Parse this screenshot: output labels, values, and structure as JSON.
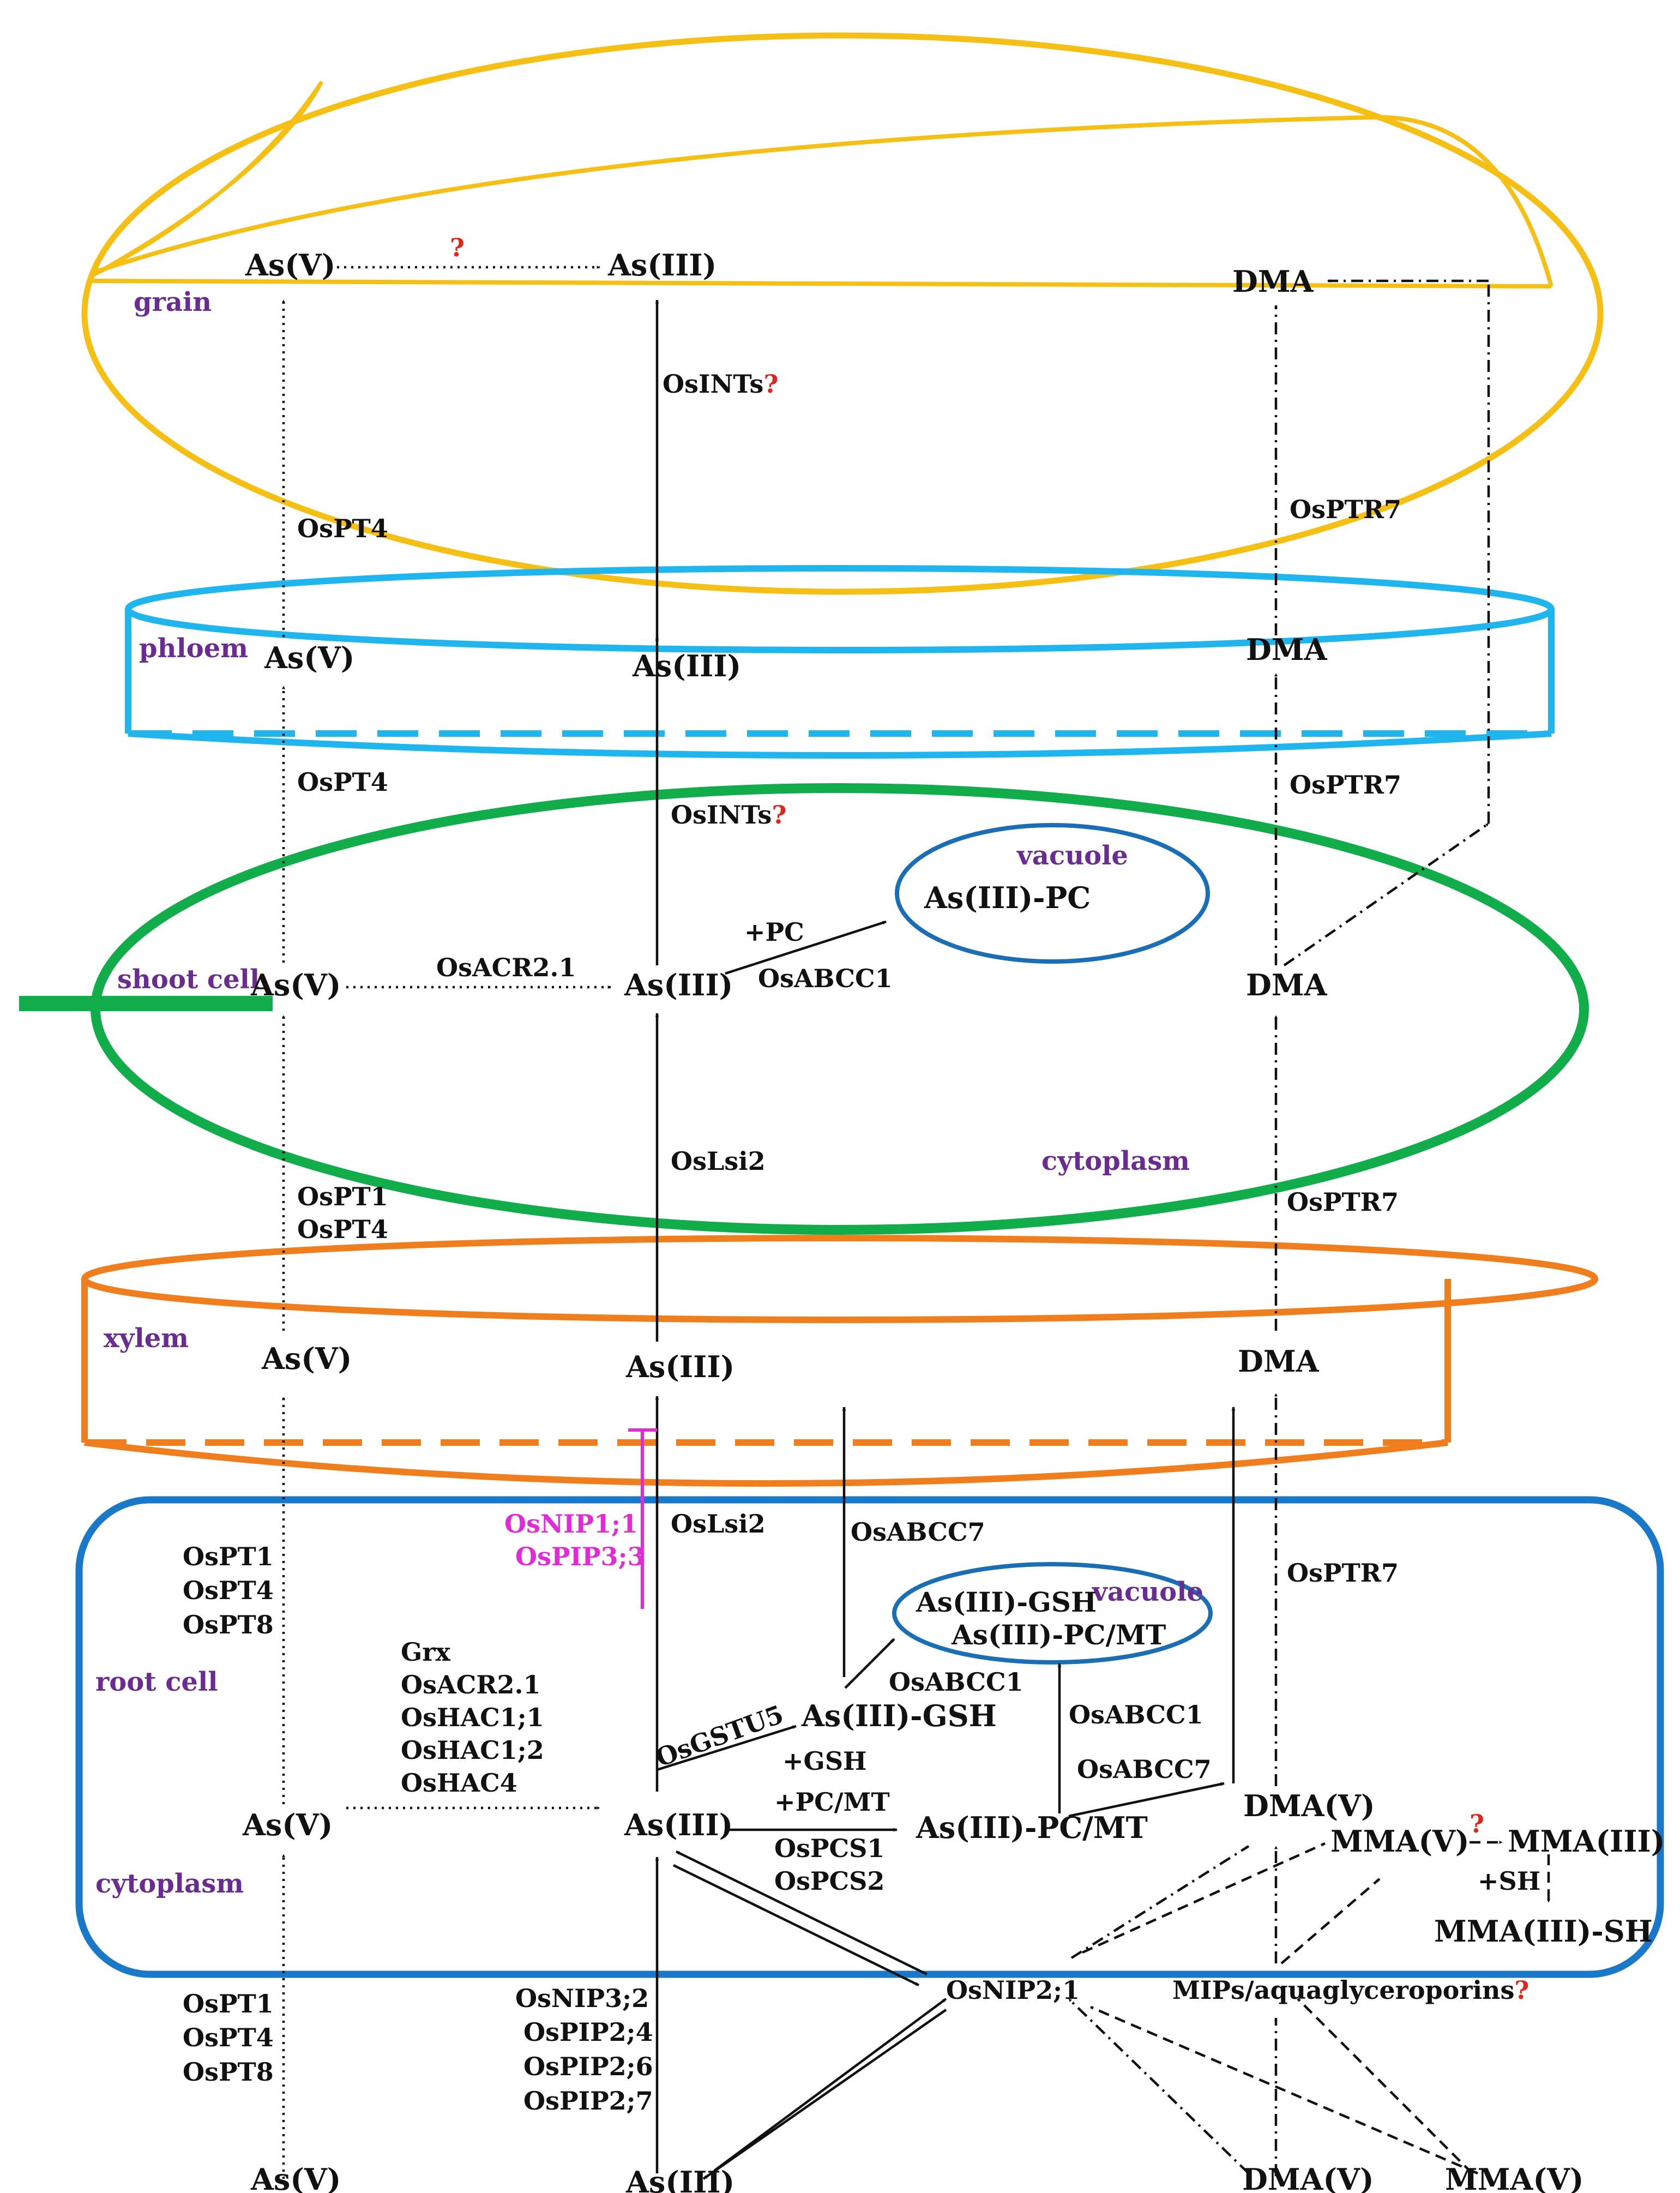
{
  "colors": {
    "grain": "#f5c013",
    "phloem": "#1fb6ef",
    "shoot_cell": "#12ad4b",
    "xylem": "#f07e1d",
    "root_cell": "#1a78c8",
    "vacuole": "#1a6eb6",
    "region_label": "#6a2c91",
    "question": "#e0261b",
    "inhibitor": "#e22bd6"
  },
  "regions": {
    "grain": "grain",
    "phloem": "phloem",
    "shoot_cell": "shoot cell",
    "shoot_vacuole": "vacuole",
    "shoot_cytoplasm": "cytoplasm",
    "xylem": "xylem",
    "root_cell": "root cell",
    "root_vacuole": "vacuole",
    "root_cytoplasm": "cytoplasm"
  },
  "species": {
    "grain_asv": "As(V)",
    "grain_asiii": "As(III)",
    "grain_dma": "DMA",
    "phloem_asv": "As(V)",
    "phloem_asiii": "As(III)",
    "phloem_dma": "DMA",
    "shoot_asv": "As(V)",
    "shoot_asiii": "As(III)",
    "shoot_dma": "DMA",
    "shoot_vac": "As(III)-PC",
    "xylem_asv": "As(V)",
    "xylem_asiii": "As(III)",
    "xylem_dma": "DMA",
    "root_asv": "As(V)",
    "root_asiii": "As(III)",
    "root_gsh": "As(III)-GSH",
    "root_pcmt": "As(III)-PC/MT",
    "root_vac1": "As(III)-GSH",
    "root_vac2": "As(III)-PC/MT",
    "root_dmav": "DMA(V)",
    "root_mmav": "MMA(V)",
    "root_mmaiii": "MMA(III)",
    "root_mmaiiish": "MMA(III)-SH",
    "soil_asv": "As(V)",
    "soil_asiii": "As(III)",
    "soil_dmav": "DMA(V)",
    "soil_mmav": "MMA(V)"
  },
  "transporters": {
    "grain_q": "?",
    "osints_grain": "OsINTs",
    "osints_grain_q": "?",
    "ospt4_grain": "OsPT4",
    "osptr7_grain": "OsPTR7",
    "ospt4_phloem": "OsPT4",
    "osints_phloem": "OsINTs",
    "osints_phloem_q": "?",
    "osptr7_phloem": "OsPTR7",
    "osacr21_shoot": "OsACR2.1",
    "pc": "+PC",
    "osabcc1_shoot": "OsABCC1",
    "ospt1_xylem": "OsPT1",
    "ospt4_xylem": "OsPT4",
    "oslsi2_xylem": "OsLsi2",
    "osptr7_xylem": "OsPTR7",
    "osnip11": "OsNIP1;1",
    "ospip33": "OsPIP3;3",
    "oslsi2_root": "OsLsi2",
    "osabcc7_top": "OsABCC7",
    "osptr7_root": "OsPTR7",
    "ospt1_root": "OsPT1",
    "ospt4_root": "OsPT4",
    "ospt8_root": "OsPT8",
    "grx": "Grx",
    "osacr21_root": "OsACR2.1",
    "oshac11": "OsHAC1;1",
    "oshac12": "OsHAC1;2",
    "oshac4": "OsHAC4",
    "osgstu5": "OsGSTU5",
    "gsh": "+GSH",
    "osabcc1_a": "OsABCC1",
    "osabcc1_b": "OsABCC1",
    "osabcc7_b": "OsABCC7",
    "pcmt": "+PC/MT",
    "ospcs1": "OsPCS1",
    "ospcs2": "OsPCS2",
    "mma_q": "?",
    "sh": "+SH",
    "ospt1_soil": "OsPT1",
    "ospt4_soil": "OsPT4",
    "ospt8_soil": "OsPT8",
    "osnip32": "OsNIP3;2",
    "ospip24": "OsPIP2;4",
    "ospip26": "OsPIP2;6",
    "ospip27": "OsPIP2;7",
    "osnip21": "OsNIP2;1",
    "mips": "MIPs/aquaglyceroporins",
    "mips_q": "?"
  }
}
